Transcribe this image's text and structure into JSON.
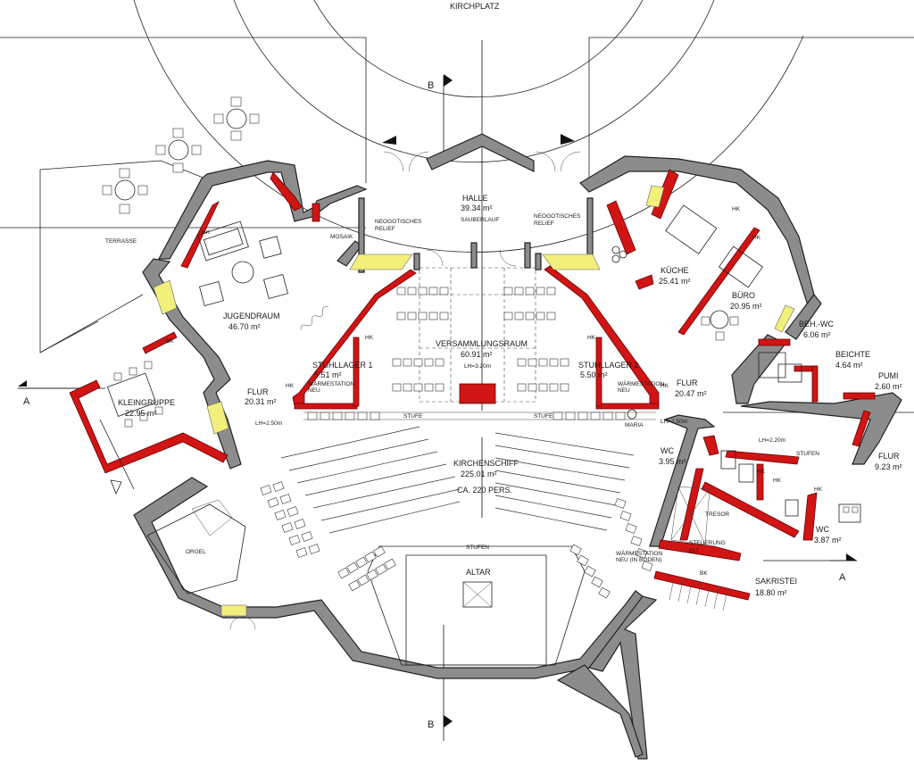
{
  "site": {
    "plaza": "KIRCHPLATZ",
    "terrace": "TERRASSE"
  },
  "section_marks": {
    "a": "A",
    "b": "B"
  },
  "rooms": {
    "halle": {
      "name": "HALLE",
      "area": "39.34 m²",
      "note": "SAUBERLAUF"
    },
    "relief_left": [
      "NEOGOTISCHES",
      "RELIEF"
    ],
    "relief_right": [
      "NEOGOTISCHES",
      "RELIEF"
    ],
    "mosaik": "MOSAIK",
    "jugendraum": {
      "name": "JUGENDRAUM",
      "area": "46.70 m²"
    },
    "kleingruppe": {
      "name": "KLEINGRUPPE",
      "area": "22.95 m²"
    },
    "flur_left": {
      "name": "FLUR",
      "area": "20.31 m²",
      "height": "LH=2.50m"
    },
    "stuhllager1": {
      "name": "STUHLLAGER 1",
      "area": "5.51 m²"
    },
    "stuhllager2": {
      "name": "STUHLLAGER 2",
      "area": "5.50 m²"
    },
    "versammlung": {
      "name": "VERSAMMLUNGSRAUM",
      "area": "60.91 m²",
      "height": "LH=3.20m"
    },
    "kirchenschiff": {
      "name": "KIRCHENSCHIFF",
      "area": "225.01 m²",
      "persons": "CA. 220 PERS."
    },
    "stufe_left": "STUFE",
    "stufe_right": "STUFE",
    "stufen_center": "STUFEN",
    "altar": "ALTAR",
    "orgel": "ORGEL",
    "maria": "MARIA",
    "kueche": {
      "name": "KÜCHE",
      "area": "25.41 m²"
    },
    "buero": {
      "name": "BÜRO",
      "area": "20.95 m²"
    },
    "beh_wc": {
      "name": "BEH.-WC",
      "area": "6.06 m²"
    },
    "beichte": {
      "name": "BEICHTE",
      "area": "4.64 m²"
    },
    "pumi": {
      "name": "PUMI",
      "area": "2.60 m²"
    },
    "flur_right": {
      "name": "FLUR",
      "area": "20.47 m²",
      "height": "LH=2.50m"
    },
    "wc1": {
      "name": "WC",
      "area": "3.95 m²"
    },
    "wc2": {
      "name": "WC",
      "area": "3.87 m²"
    },
    "flur_small": {
      "name": "FLUR",
      "area": "9.23 m²"
    },
    "stufen_right": "STUFEN",
    "lh_220": "LH=2.20m",
    "tresor": "TRESOR",
    "steuerung": [
      "STEUERUNG",
      "ELT"
    ],
    "sakristei": {
      "name": "SAKRISTEI",
      "area": "18.80 m²"
    },
    "waermestation": [
      "WÄRMESTATION",
      "NEU"
    ],
    "waermestation_sakristei": [
      "WÄRMESTATION",
      "NEU (IN BODEN)"
    ],
    "hk": "HK",
    "bk": "BK"
  },
  "colors": {
    "new_wall": "#d11414",
    "existing_wall": "#8c8c8c",
    "opening": "#f2ef7a",
    "background": "#ffffff"
  }
}
